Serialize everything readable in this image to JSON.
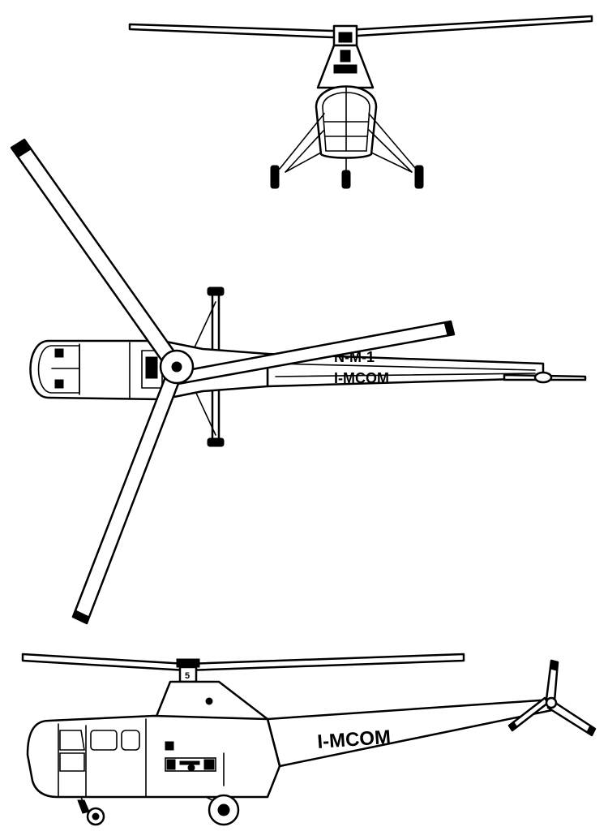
{
  "registration": "I-MCOM",
  "registration_partial": "N-M-1",
  "rotor_hub_number": "5",
  "colors": {
    "line": "#000000",
    "paper": "#ffffff"
  }
}
